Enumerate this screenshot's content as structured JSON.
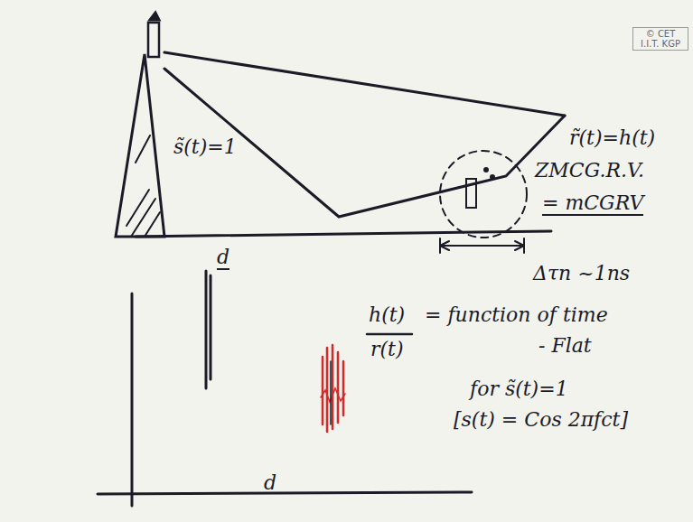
{
  "diagram": {
    "labels": [
      "© CET I.I.T. KGP",
      "s̃(t)=1",
      "r̃(t)=h(t)",
      "ZMCG.R.V.",
      "= mCGRV",
      "d",
      "Δτn ~1ns",
      "h(t)",
      "r(t)",
      "= function of time",
      "- Flat",
      "for s̃(t)=1",
      "[s(t) = Cos 2πfct]",
      "d"
    ]
  }
}
